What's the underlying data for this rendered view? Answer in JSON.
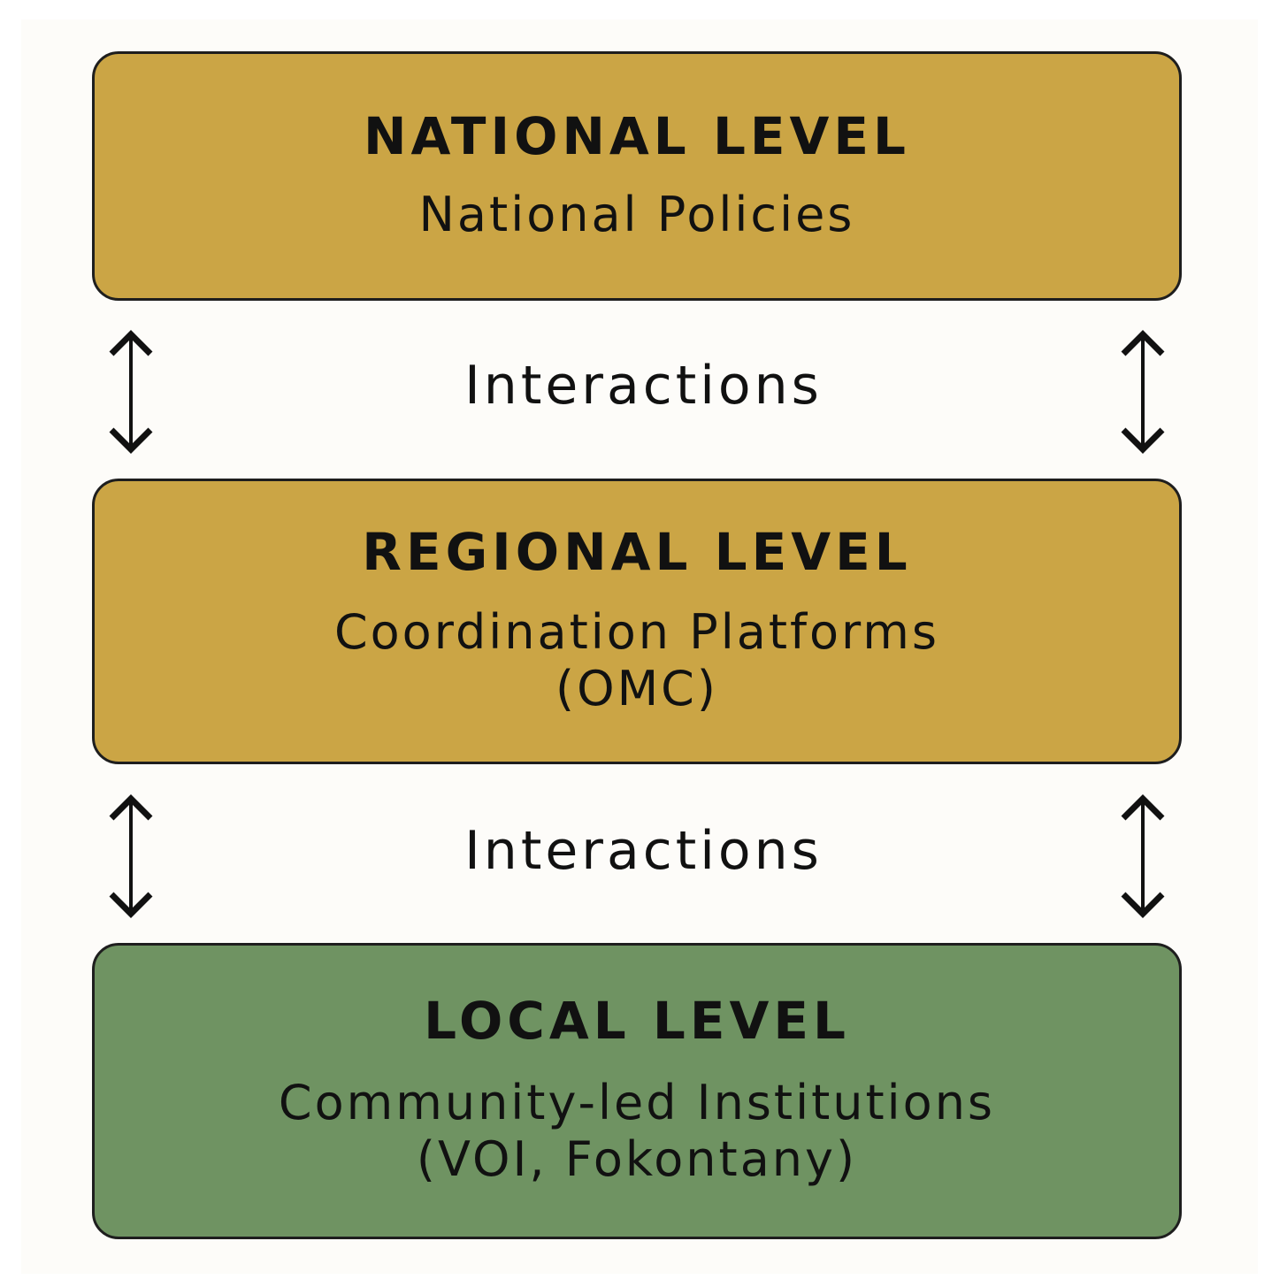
{
  "colors": {
    "upper_box_fill": "#cba545",
    "local_box_fill": "#6f9362",
    "border": "#1e1e1e",
    "text": "#111111"
  },
  "levels": [
    {
      "title": "NATIONAL LEVEL",
      "subtitle_lines": [
        "National Policies"
      ]
    },
    {
      "title": "REGIONAL LEVEL",
      "subtitle_lines": [
        "Coordination Platforms",
        "(OMC)"
      ]
    },
    {
      "title": "LOCAL LEVEL",
      "subtitle_lines": [
        "Community-led Institutions",
        "(VOI, Fokontany)"
      ]
    }
  ],
  "connectors": [
    {
      "label": "Interactions",
      "icon": "double-arrow-vertical-icon"
    },
    {
      "label": "Interactions",
      "icon": "double-arrow-vertical-icon"
    }
  ]
}
